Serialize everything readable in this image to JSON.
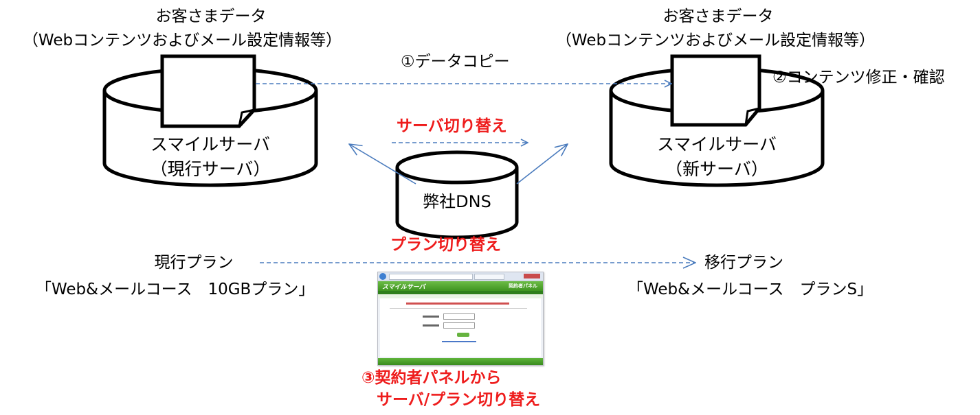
{
  "left_server": {
    "data_title": "お客さまデータ",
    "data_subtitle": "（Webコンテンツおよびメール設定情報等）",
    "name": "スマイルサーバ",
    "sub": "（現行サーバ）"
  },
  "right_server": {
    "data_title": "お客さまデータ",
    "data_subtitle": "（Webコンテンツおよびメール設定情報等）",
    "name": "スマイルサーバ",
    "sub": "（新サーバ）"
  },
  "steps": {
    "copy": "①データコピー",
    "fix": "②コンテンツ修正・確認",
    "panel_line1": "③契約者パネルから",
    "panel_line2": "サーバ/プラン切り替え"
  },
  "switch_labels": {
    "server": "サーバ切り替え",
    "plan": "プラン切り替え"
  },
  "dns": {
    "label": "弊社DNS"
  },
  "plans": {
    "current_title": "現行プラン",
    "current_name": "「Web&メールコース　10GBプラン」",
    "new_title": "移行プラン",
    "new_name": "「Web&メールコース　プランS」"
  },
  "panel_screenshot": {
    "logo": "スマイルサーバ",
    "title": "契約者パネル"
  },
  "colors": {
    "accent_red": "#ee1c1c",
    "arrow_blue": "#4a7bbd",
    "outline": "#000000"
  }
}
